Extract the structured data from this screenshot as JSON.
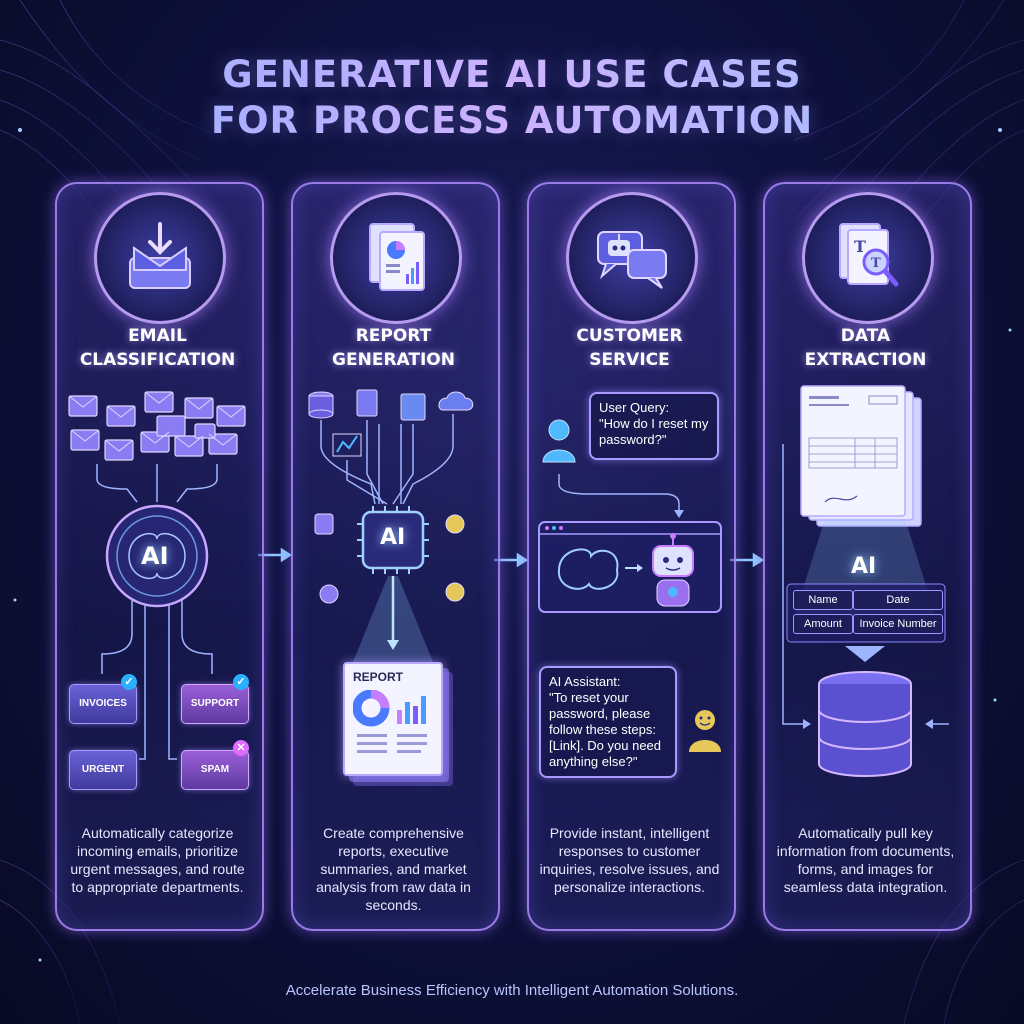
{
  "title": {
    "line1": "GENERATIVE AI USE CASES",
    "line2": "FOR PROCESS AUTOMATION"
  },
  "panels": [
    {
      "icon": "email-inbox-icon",
      "title_line1": "EMAIL",
      "title_line2": "CLASSIFICATION",
      "ai_label": "AI",
      "folders": [
        "INVOICES",
        "SUPPORT",
        "URGENT",
        "SPAM"
      ],
      "description": "Automatically categorize incoming emails, prioritize urgent messages, and route to appropriate departments."
    },
    {
      "icon": "report-document-icon",
      "title_line1": "REPORT",
      "title_line2": "GENERATION",
      "ai_label": "AI",
      "report_label": "REPORT",
      "description": "Create comprehensive reports, executive summaries, and market analysis from raw data in seconds."
    },
    {
      "icon": "chat-bot-icon",
      "title_line1": "CUSTOMER",
      "title_line2": "SERVICE",
      "user_query_label": "User Query:",
      "user_query_text": "\"How do I reset my password?\"",
      "assistant_label": "AI Assistant:",
      "assistant_text": "\"To reset your password, please follow these steps: [Link]. Do you need anything else?\"",
      "description": "Provide instant, intelligent responses to customer inquiries, resolve issues, and personalize interactions."
    },
    {
      "icon": "text-search-document-icon",
      "title_line1": "DATA",
      "title_line2": "EXTRACTION",
      "ai_label": "AI",
      "fields": [
        "Name",
        "Date",
        "Amount",
        "Invoice Number"
      ],
      "description": "Automatically pull key information from documents, forms, and images for seamless data integration."
    }
  ],
  "footer": "Accelerate Business Efficiency with Intelligent Automation Solutions.",
  "colors": {
    "background": "#0f1240",
    "panel_border": "#af8cff",
    "accent_blue": "#4fb8ff",
    "accent_purple": "#c77dff"
  }
}
